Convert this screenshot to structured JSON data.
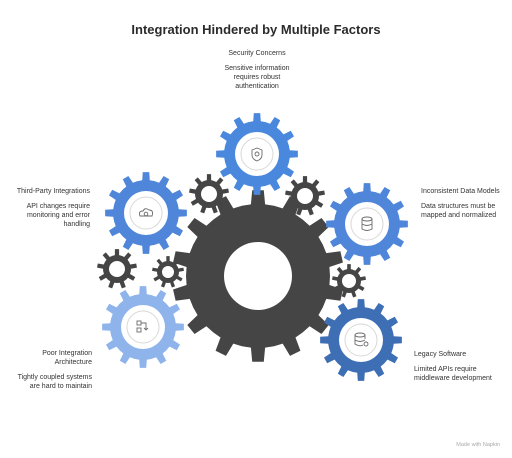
{
  "title": "Integration Hindered by Multiple Factors",
  "colors": {
    "dark": "#454545",
    "light_blue": "#8fb4ec",
    "mid_blue": "#4a88de",
    "deep_blue": "#3e6fb5",
    "bright_blue": "#4f86d9"
  },
  "factors": [
    {
      "head": "Security Concerns",
      "desc": "Sensitive information requires robust authentication",
      "icon": "shield-icon"
    },
    {
      "head": "Third-Party Integrations",
      "desc": "API changes require monitoring and error handling",
      "icon": "cloud-gear-icon"
    },
    {
      "head": "Inconsistent Data Models",
      "desc": "Data structures must be mapped and normalized",
      "icon": "database-icon"
    },
    {
      "head": "Poor Integration Architecture",
      "desc": "Tightly coupled systems are hard to maintain",
      "icon": "flow-icon"
    },
    {
      "head": "Legacy Software",
      "desc": "Limited APIs require middleware development",
      "icon": "database-gear-icon"
    }
  ],
  "footer": "Made with Napkin"
}
